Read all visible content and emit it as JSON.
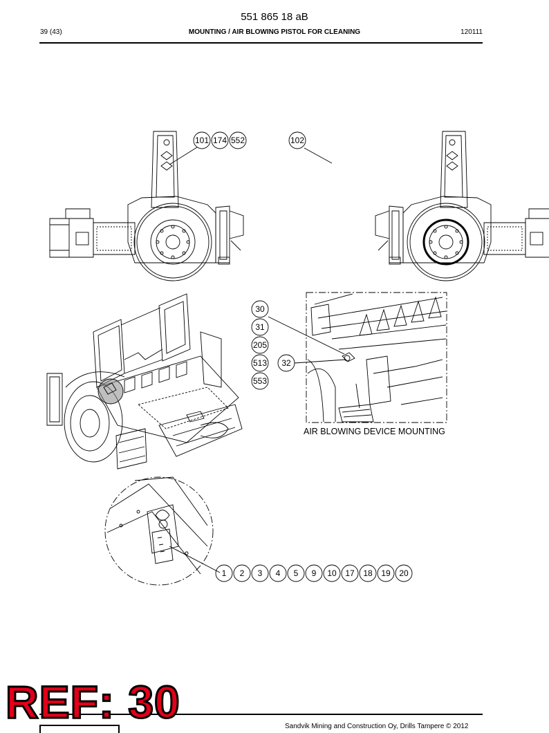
{
  "header": {
    "doc_number": "551 865 18 aB",
    "page": "39 (43)",
    "title": "MOUNTING / AIR BLOWING PISTOL FOR CLEANING",
    "date": "120111"
  },
  "callouts": {
    "top_left": [
      "101",
      "174",
      "552"
    ],
    "top_right": [
      "102"
    ],
    "middle_column": [
      "30",
      "31",
      "205",
      "513",
      "553"
    ],
    "middle_side": [
      "32"
    ],
    "bottom_row": [
      "1",
      "2",
      "3",
      "4",
      "5",
      "9",
      "10",
      "17",
      "18",
      "19",
      "20"
    ]
  },
  "caption": "AIR BLOWING DEVICE MOUNTING",
  "ref_stamp": "REF: 30",
  "footer": {
    "copyright": "Sandvik Mining and Construction Oy, Drills Tampere © 2012"
  }
}
